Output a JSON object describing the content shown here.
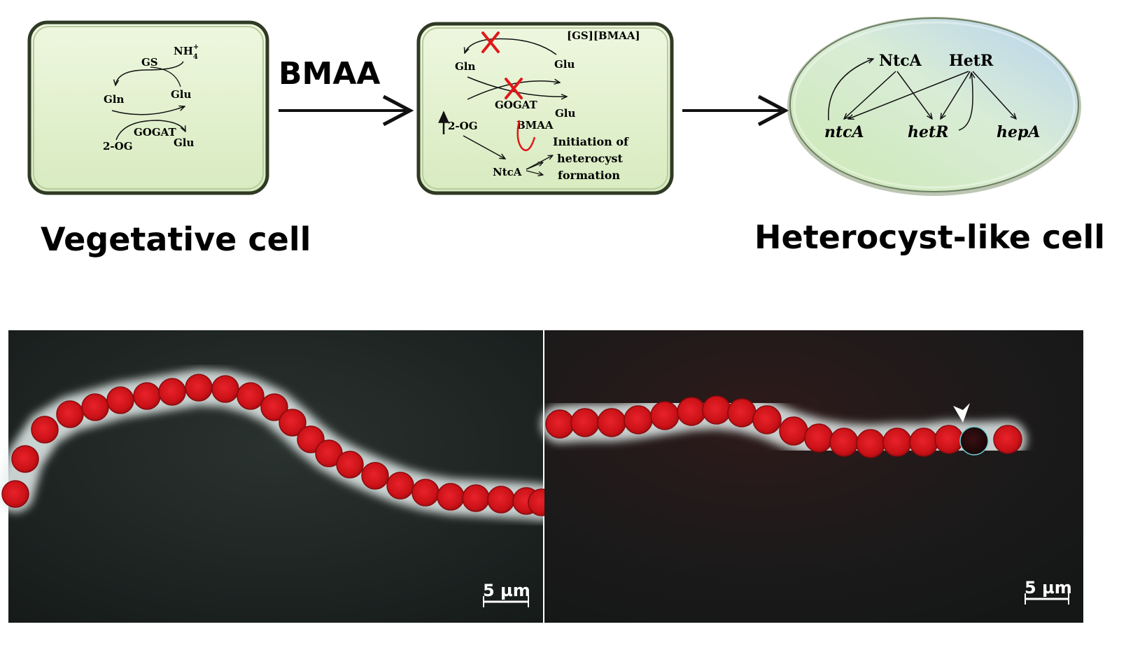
{
  "top": {
    "vegetative_box": {
      "gs": "GS",
      "nh4": "NH",
      "nh4_sub": "4",
      "nh4_sup": "+",
      "gln": "Gln",
      "glu_top": "Glu",
      "gogat": "GOGAT",
      "og": "2-OG",
      "glu_bottom": "Glu"
    },
    "arrow1_label": "BMAA",
    "middle_box": {
      "gs_bmaa": "[GS][BMAA]",
      "gln": "Gln",
      "glu_top": "Glu",
      "gogat": "GOGAT",
      "glu_right": "Glu",
      "og": "2-OG",
      "bmaa": "BMAA",
      "ntca": "NtcA",
      "initiation_1": "Initiation of",
      "initiation_2": "heterocyst",
      "initiation_3": "formation"
    },
    "heterocyst_ellipse": {
      "ntca_protein": "NtcA",
      "hetr_protein": "HetR",
      "ntca_gene": "ntcA",
      "hetr_gene": "hetR",
      "hepa_gene": "hepA"
    },
    "label_vegetative": "Vegetative cell",
    "label_heterocyst": "Heterocyst-like cell"
  },
  "bottom": {
    "left_scale": "5 µm",
    "right_scale": "5 µm"
  },
  "colors": {
    "box_fill": "#e2f1cc",
    "box_stroke": "#3a4a2a",
    "ellipse_fill_start": "#d4eec0",
    "ellipse_fill_end": "#bcd6ee",
    "red_cross": "#e01818",
    "cell_red": "#d8141a",
    "micro_bg": "#1c2220"
  }
}
